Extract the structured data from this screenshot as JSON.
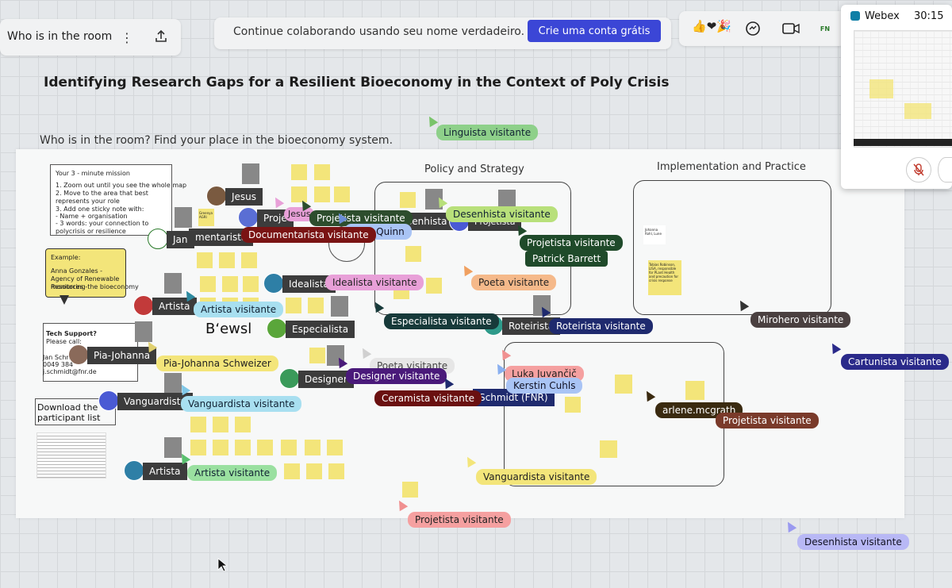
{
  "header": {
    "room_label": "Who is in the room",
    "banner_text": "Continue colaborando usando seu nome verdadeiro.",
    "cta_label": "Crie uma conta grátis",
    "reactions_glyph": "👍❤🎉",
    "org_label": "FN"
  },
  "webex": {
    "app_name": "Webex",
    "timer": "30:15"
  },
  "board": {
    "title": "Identifying Research Gaps for a Resilient Bioeconomy in the Context of Poly Crisis",
    "subtitle": "Who is in the room? Find your place in the bioeconomy system.",
    "policy_label": "Policy and Strategy",
    "implementation_label": "Implementation and Practice",
    "download_label": "Download the participant list",
    "news_text": "Bʻewsl"
  },
  "mission_note": {
    "title": "Your 3 - minute mission",
    "lines": [
      "1. Zoom out until you see the whole map",
      "2. Move to the area that best represents your role",
      "3. Add one sticky note with:",
      " - Name + organisation",
      " - 3 words: your connection to polycrisis or resilience"
    ]
  },
  "example_note": {
    "lines": [
      "Example:",
      "Anna Gonzales - Agency of Renewable Resources -",
      "monitoring the bioeconomy"
    ]
  },
  "tech_support": {
    "lines": [
      "Tech Support?",
      "Please call:",
      "Jan Schmi",
      "0049 384",
      "j.schmidt@fnr.de"
    ]
  },
  "small_notes": {
    "tobias": "Tobias Robinson, LISA, responsible for PLant Health and precaution for crisis response",
    "johanna": "Johanna Rohl, Lune",
    "greenya": "Greenya AGRI"
  },
  "participants": {
    "jesus": "Jesus",
    "proj": "Proje",
    "jan": "Jan",
    "documentarista": "mentarista",
    "idealista": "Idealista",
    "artista1": "Artista",
    "especialista": "Especialista",
    "pia": "Pia-Johanna",
    "designer": "Designer",
    "vanguardista": "Vanguardista",
    "artista2": "Artista",
    "desenhista": "senhista",
    "projetista_small": "Projetista",
    "roteirista": "Roteirista",
    "schmidt": "Schmidt (FNR)"
  },
  "visitor_tags": {
    "linguista": "Linguista visitante",
    "jesus_small": "Jesus",
    "projetista1": "Projetista visitante",
    "tony": "Tony Quinn",
    "documentarista": "Documentarista visitante",
    "desenhista1": "Desenhista visitante",
    "projetista2": "Projetista visitante",
    "patrick": "Patrick Barrett",
    "idealista": "Idealista visitante",
    "poeta1": "Poeta visitante",
    "artista1": "Artista visitante",
    "especialista": "Especialista visitante",
    "roteirista": "Roteirista visitante",
    "mirohero": "Mirohero visitante",
    "cartunista": "Cartunista visitante",
    "pia_schweizer": "Pia-Johanna Schweizer",
    "poeta2": "Poeta visitante",
    "designer": "Designer visitante",
    "luka": "Luka Juvančič",
    "kerstin": "Kerstin Cuhls",
    "ceramista": "Ceramista visitante",
    "vanguardista1": "Vanguardista visitante",
    "arlene": "arlene.mcgrath",
    "projetista3": "Projetista visitante",
    "artista2": "Artista visitante",
    "vanguardista2": "Vanguardista visitante",
    "projetista4": "Projetista visitante",
    "desenhista2": "Desenhista visitante"
  },
  "colors": {
    "cta": "#3b46d6",
    "canvas": "#f7f8f8",
    "sticky": "#f3e57a"
  }
}
